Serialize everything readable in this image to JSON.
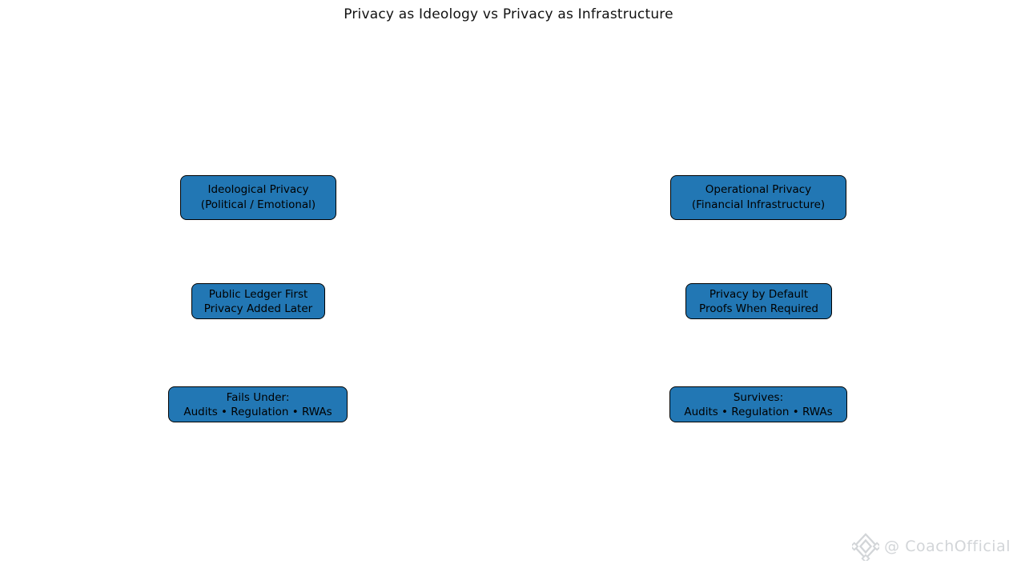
{
  "title": "Privacy as Ideology vs Privacy as Infrastructure",
  "diagram": {
    "boxes": [
      {
        "id": "ideological-privacy",
        "line1": "Ideological Privacy",
        "line2": "(Political / Emotional)"
      },
      {
        "id": "operational-privacy",
        "line1": "Operational Privacy",
        "line2": "(Financial Infrastructure)"
      },
      {
        "id": "public-ledger-first",
        "line1": "Public Ledger First",
        "line2": "Privacy Added Later"
      },
      {
        "id": "privacy-by-default",
        "line1": "Privacy by Default",
        "line2": "Proofs When Required"
      },
      {
        "id": "fails-under",
        "line1": "Fails Under:",
        "line2": "Audits • Regulation • RWAs"
      },
      {
        "id": "survives",
        "line1": "Survives:",
        "line2": "Audits • Regulation • RWAs"
      }
    ]
  },
  "colors": {
    "box_fill": "#2277b4",
    "box_border": "#000000",
    "title_text": "#111111",
    "watermark": "#d2d5d8"
  },
  "watermark": {
    "label": "@ CoachOfficial",
    "icon": "diamond-gem-logo"
  }
}
